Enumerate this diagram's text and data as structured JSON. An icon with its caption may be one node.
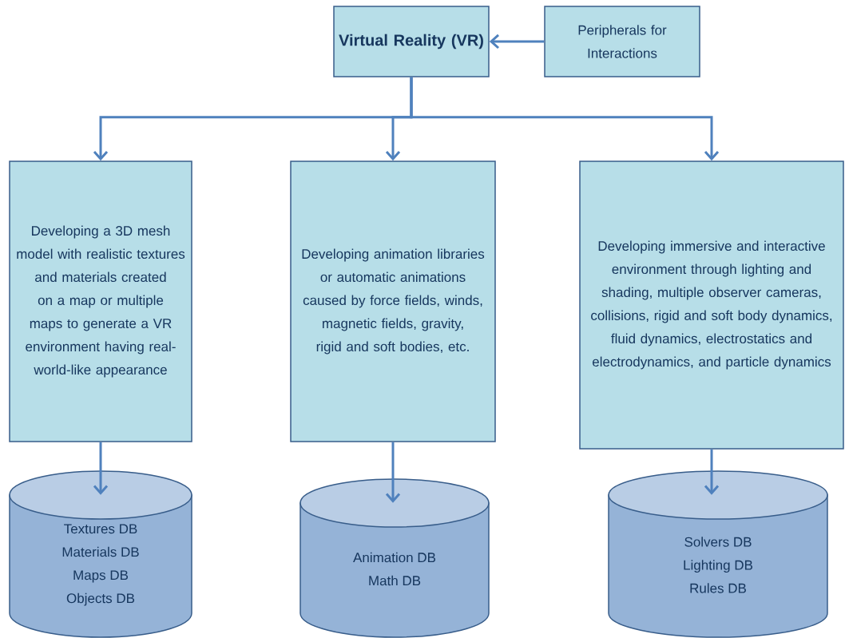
{
  "diagram": {
    "nodes": [
      {
        "text": [
          "Virtual Reality (VR)"
        ]
      },
      {
        "text": [
          "Peripherals for Interactions"
        ]
      },
      {
        "text": [
          "Developing a 3D mesh model with realistic textures and materials created on a map or multiple maps to generate a VR environment having real-world-like appearance"
        ]
      },
      {
        "text": [
          "Developing animation libraries or automatic animations caused by force fields, winds, magnetic fields, gravity, rigid and soft bodies, etc."
        ]
      },
      {
        "text": [
          "Developing immersive and interactive environment through lighting and shading, multiple observer cameras, collisions, rigid and soft body dynamics, fluid dynamics, electrostatics and electrodynamics, and particle dynamics"
        ]
      },
      {
        "text": [
          "Textures DB",
          "Materials DB",
          "Maps DB",
          "Objects DB"
        ]
      },
      {
        "text": [
          "Animation DB",
          "Math DB"
        ]
      },
      {
        "text": [
          "Solvers DB",
          "Lighting DB",
          "Rules DB"
        ]
      }
    ],
    "edges": [
      {
        "from": 1,
        "to": 0,
        "arrow": "to"
      },
      {
        "from": 0,
        "to": 2,
        "arrow": "to"
      },
      {
        "from": 0,
        "to": 3,
        "arrow": "to"
      },
      {
        "from": 0,
        "to": 4,
        "arrow": "to"
      },
      {
        "from": 2,
        "to": 5,
        "arrow": "to"
      },
      {
        "from": 3,
        "to": 6,
        "arrow": "to"
      },
      {
        "from": 4,
        "to": 7,
        "arrow": "to"
      }
    ]
  }
}
